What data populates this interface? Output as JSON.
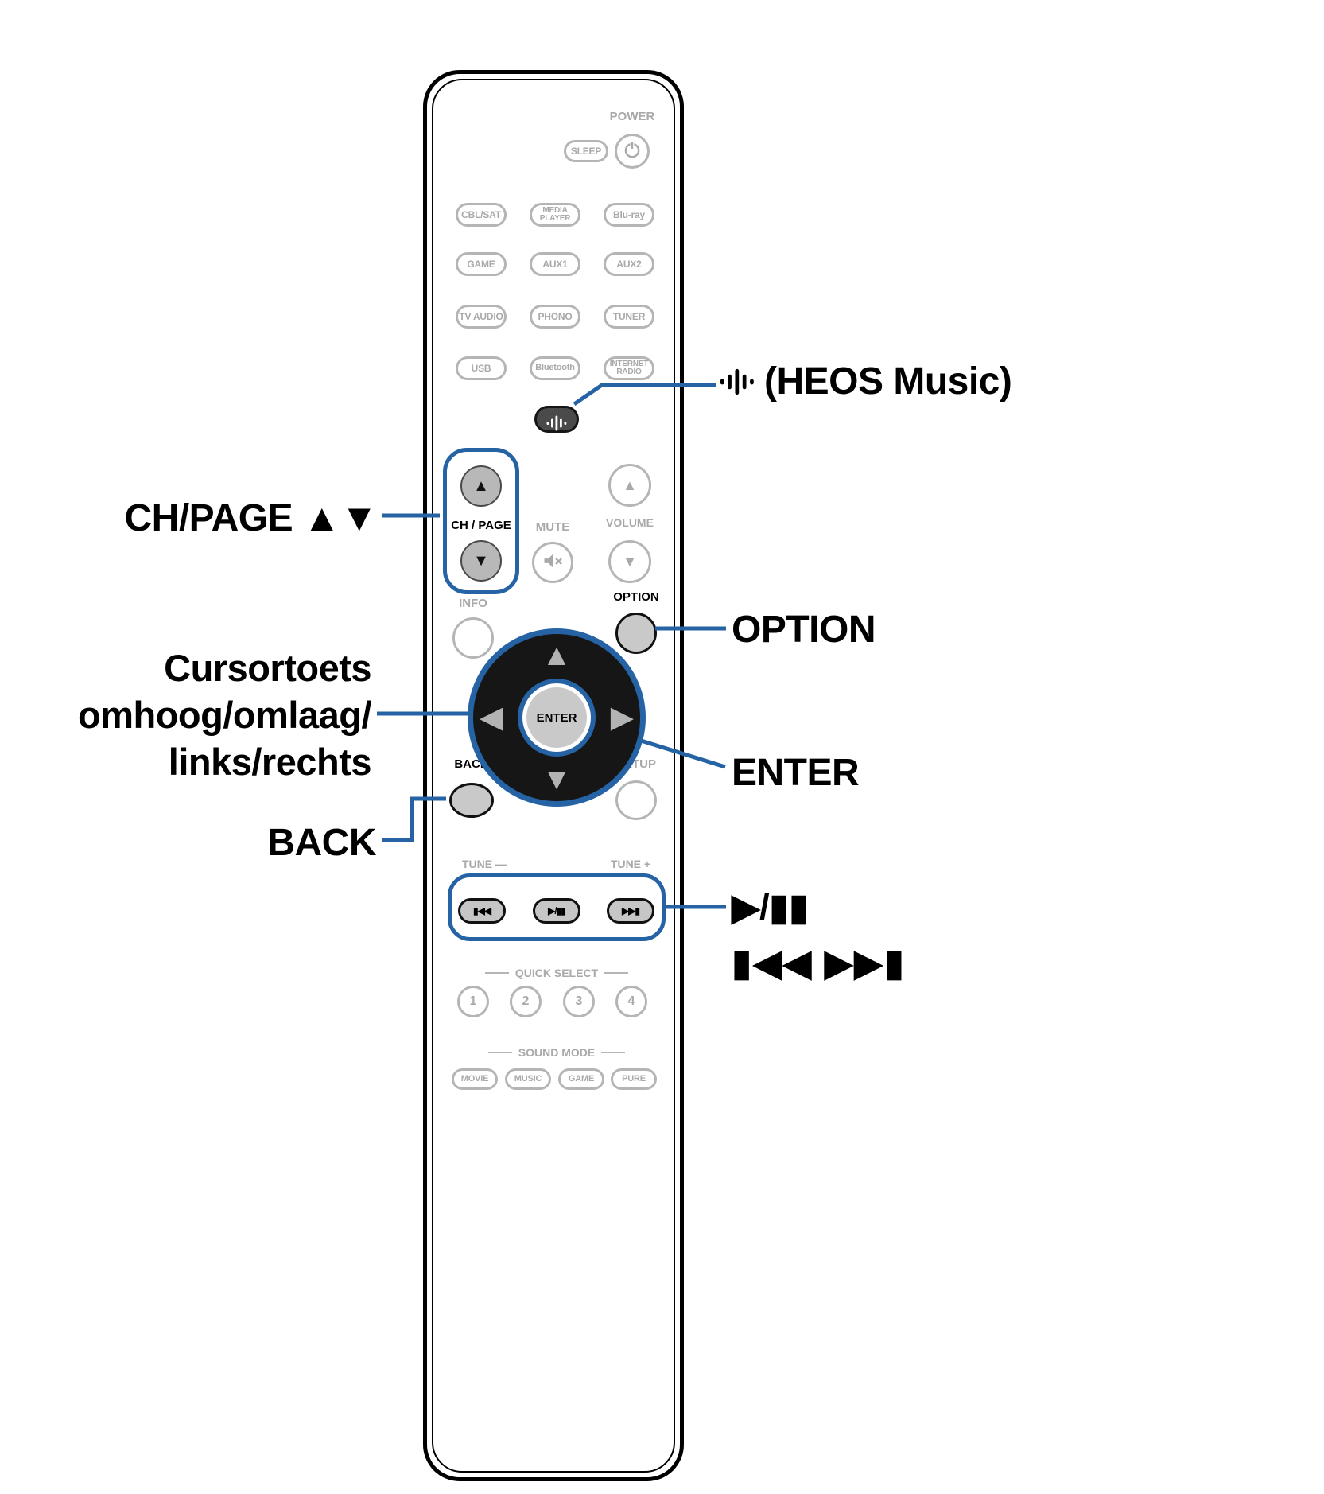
{
  "colors": {
    "accent": "#2563a5",
    "gray": "#a9a9a9",
    "pad_fill": "#161616"
  },
  "remote": {
    "power_label": "POWER",
    "sleep_label": "SLEEP",
    "sources": [
      "CBL/SAT",
      "MEDIA\nPLAYER",
      "Blu-ray",
      "GAME",
      "AUX1",
      "AUX2",
      "TV AUDIO",
      "PHONO",
      "TUNER",
      "USB",
      "Bluetooth",
      "INTERNET\nRADIO"
    ],
    "ch_page_label": "CH / PAGE",
    "mute_label": "MUTE",
    "volume_label": "VOLUME",
    "info_label": "INFO",
    "option_label": "OPTION",
    "enter_label": "ENTER",
    "back_label": "BACK",
    "setup_label": "SETUP",
    "tune_minus_label": "TUNE —",
    "tune_plus_label": "TUNE +",
    "transport": {
      "prev": "▮◀◀",
      "play": "▶/▮▮",
      "next": "▶▶▮"
    },
    "quick_select_label": "QUICK SELECT",
    "quick_select": [
      "1",
      "2",
      "3",
      "4"
    ],
    "sound_mode_label": "SOUND MODE",
    "sound_modes": [
      "MOVIE",
      "MUSIC",
      "GAME",
      "PURE"
    ],
    "arrows": {
      "up": "▲",
      "down": "▼",
      "left": "◀",
      "right": "▶"
    }
  },
  "callouts": {
    "heos": "(HEOS Music)",
    "ch_page": "CH/PAGE ▲▼",
    "cursor": "Cursortoets\nomhoog/omlaag/\nlinks/rechts",
    "back": "BACK",
    "option": "OPTION",
    "enter": "ENTER",
    "play_pause": "▶/▮▮",
    "skip": "▮◀◀ ▶▶▮"
  }
}
